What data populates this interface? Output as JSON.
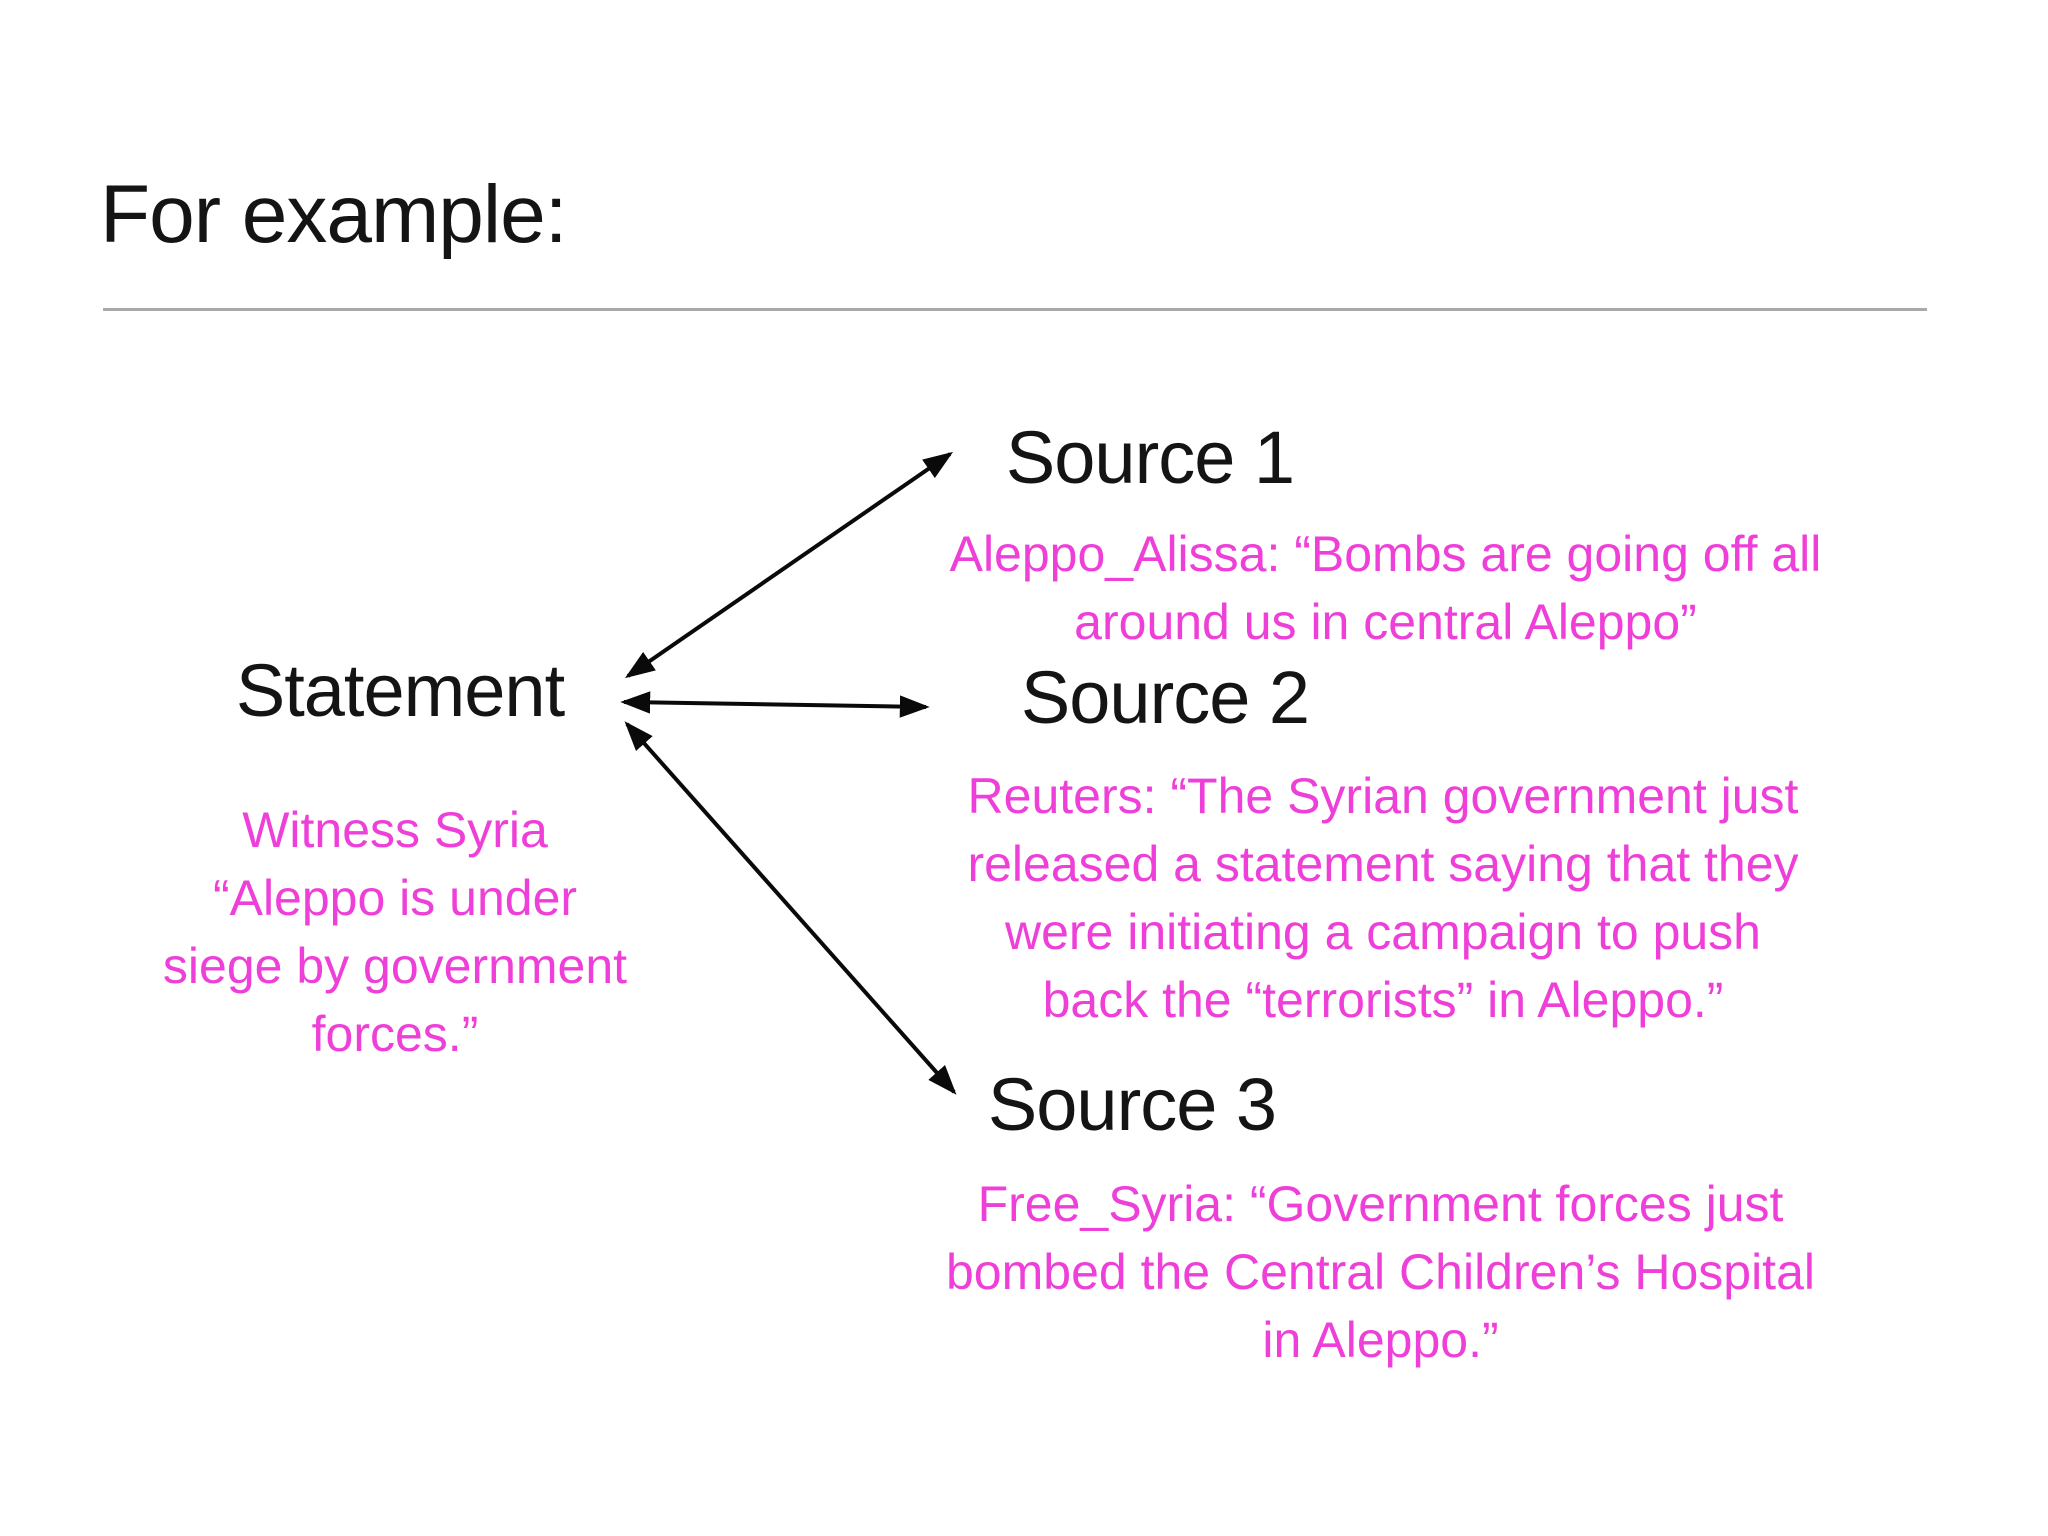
{
  "slide": {
    "title": "For example:",
    "colors": {
      "background": "#ffffff",
      "text_black": "#141414",
      "quote_pink": "#ee3fd8",
      "divider_gray": "#a9a9a9",
      "arrow_black": "#0a0a0a"
    }
  },
  "statement": {
    "label": "Statement",
    "quote_lines": [
      "Witness Syria",
      "“Aleppo is under",
      "siege by government",
      "forces.”"
    ]
  },
  "sources": [
    {
      "label": "Source 1",
      "quote_lines": [
        "Aleppo_Alissa: “Bombs are going off all",
        "around us in central Aleppo”"
      ]
    },
    {
      "label": "Source 2",
      "quote_lines": [
        "Reuters: “The Syrian government just",
        "released a statement saying that they",
        "were initiating a campaign to push",
        "back the “terrorists” in Aleppo.”"
      ]
    },
    {
      "label": "Source 3",
      "quote_lines": [
        "Free_Syria: “Government forces just",
        "bombed the Central Children’s Hospital",
        "in Aleppo.”"
      ]
    }
  ]
}
